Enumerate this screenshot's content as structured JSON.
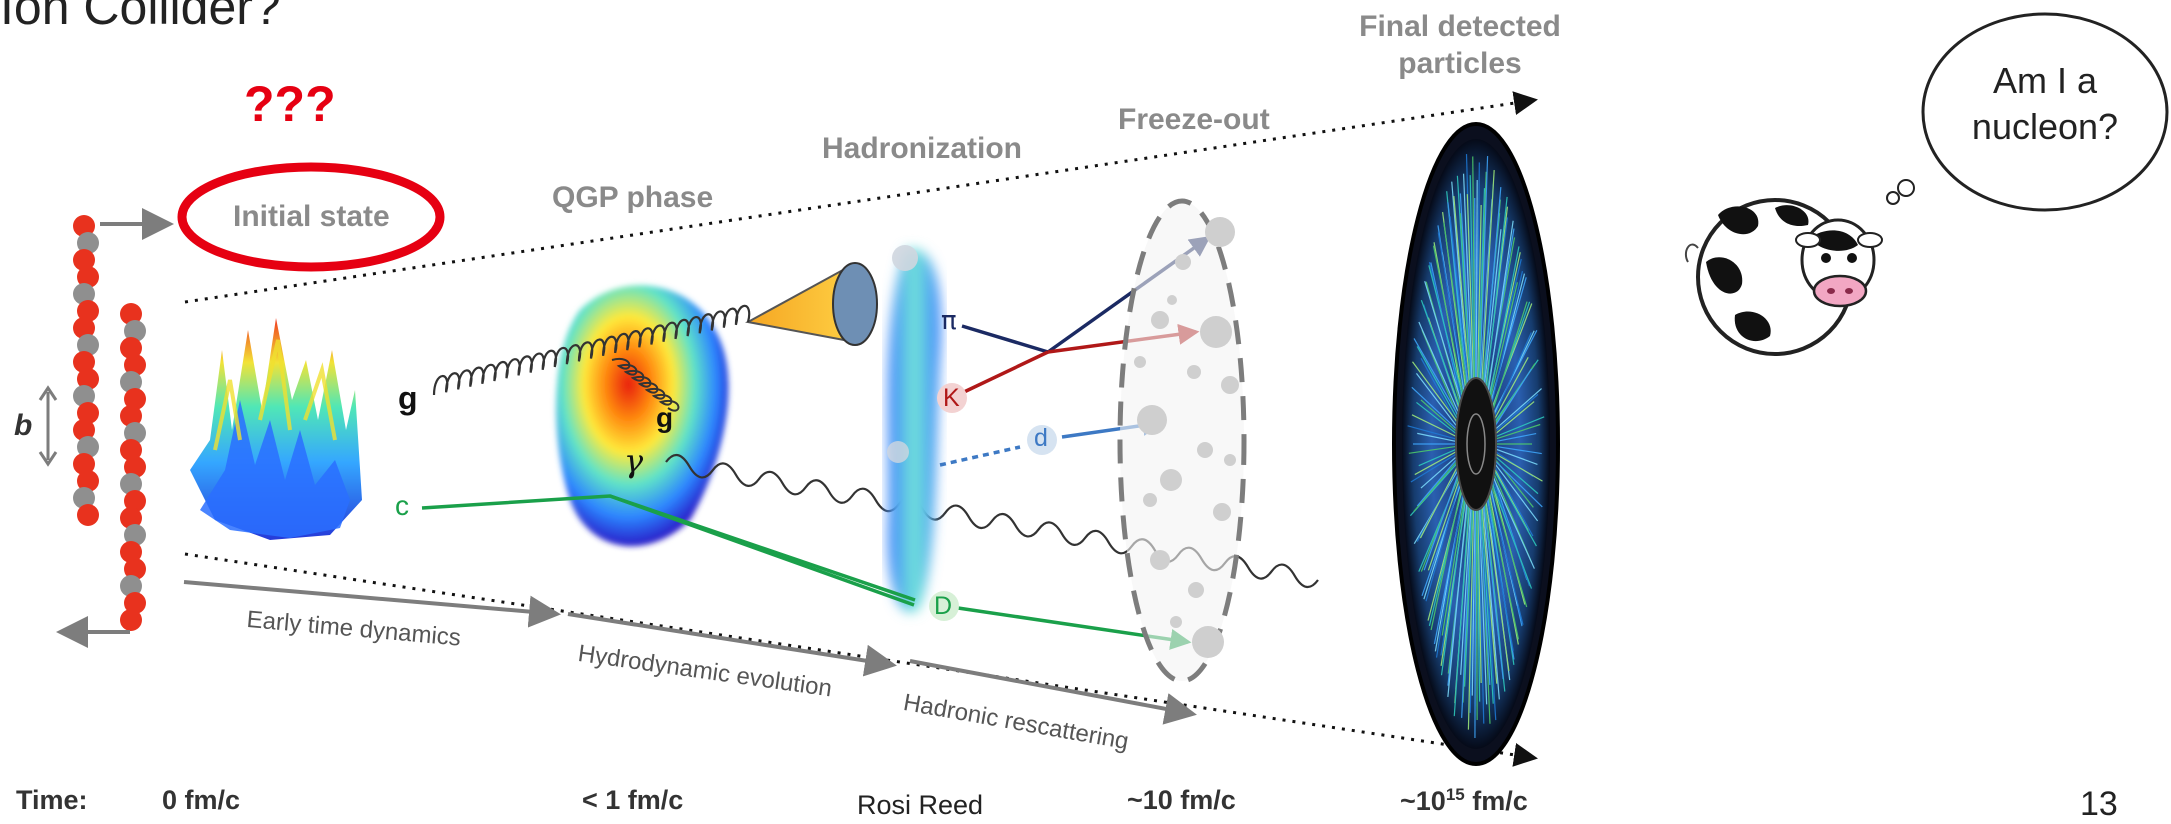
{
  "slide": {
    "title_partial": "Ion Collider?",
    "question_marks": "???",
    "author": "Rosi Reed",
    "page_number": "13"
  },
  "stages": {
    "initial_state": "Initial state",
    "qgp_phase": "QGP phase",
    "hadronization": "Hadronization",
    "freeze_out": "Freeze-out",
    "final_line1": "Final detected",
    "final_line2": "particles"
  },
  "processes": {
    "early": "Early time dynamics",
    "hydro": "Hydrodynamic evolution",
    "hadronic": "Hadronic rescattering"
  },
  "particles": {
    "gluon": "g",
    "gluon2": "g",
    "photon": "γ",
    "charm": "c",
    "pion": "π",
    "kaon": "K",
    "deuteron": "d",
    "d_meson": "D"
  },
  "impact_parameter": "b",
  "timeline": {
    "label": "Time:",
    "t0": "0 fm/c",
    "t1": "< 1 fm/c",
    "t2": "~10 fm/c",
    "t3_prefix": "~10",
    "t3_exp": "15",
    "t3_suffix": " fm/c"
  },
  "cow": {
    "bubble_line1": "Am I a",
    "bubble_line2": "nucleon?"
  },
  "colors": {
    "highlight_red": "#e60012",
    "nucleon_red": "#e8321e",
    "nucleon_gray": "#8f8f8f",
    "charm_green": "#1aa04a",
    "kaon_red": "#b01818",
    "pion_navy": "#1b2a63",
    "deuteron_blue": "#3d79c4"
  }
}
